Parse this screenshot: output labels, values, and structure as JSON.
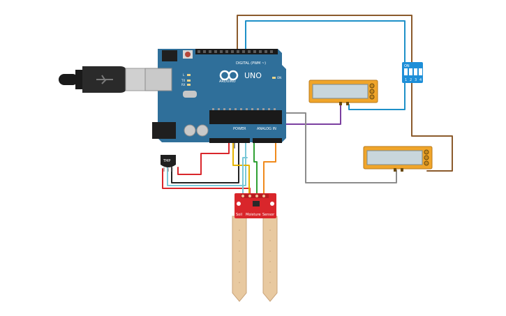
{
  "board": {
    "brand": "ARDUINO",
    "model": "UNO",
    "digital_label": "DIGITAL (PWM ~)",
    "power_label": "POWER",
    "analog_label": "ANALOG IN",
    "tx_label": "TX",
    "rx_label": "RX",
    "l_label": "L",
    "on_label": "ON"
  },
  "temp_sensor": {
    "label": "TMP"
  },
  "dip_switch": {
    "on_label": "ON",
    "numbers": [
      "1",
      "2",
      "3",
      "4"
    ]
  },
  "soil_sensor": {
    "label_soil": "Soil",
    "label_moisture": "Moisture",
    "label_sensor": "Sensor"
  },
  "colors": {
    "board": "#2f6f9a",
    "wire_brown": "#8b5a2b",
    "wire_blue": "#1e90c8",
    "wire_purple": "#7b3fa0",
    "wire_gray": "#8c8c8c",
    "wire_red": "#d9262b",
    "wire_black": "#222222",
    "wire_yellow": "#e6b400",
    "wire_green": "#2fa033",
    "wire_orange": "#f08a1c",
    "wire_cyan": "#7ac8d8",
    "lcd_frame": "#f0a52a",
    "sensor_red": "#d9262b",
    "probe": "#e8c9a0"
  }
}
